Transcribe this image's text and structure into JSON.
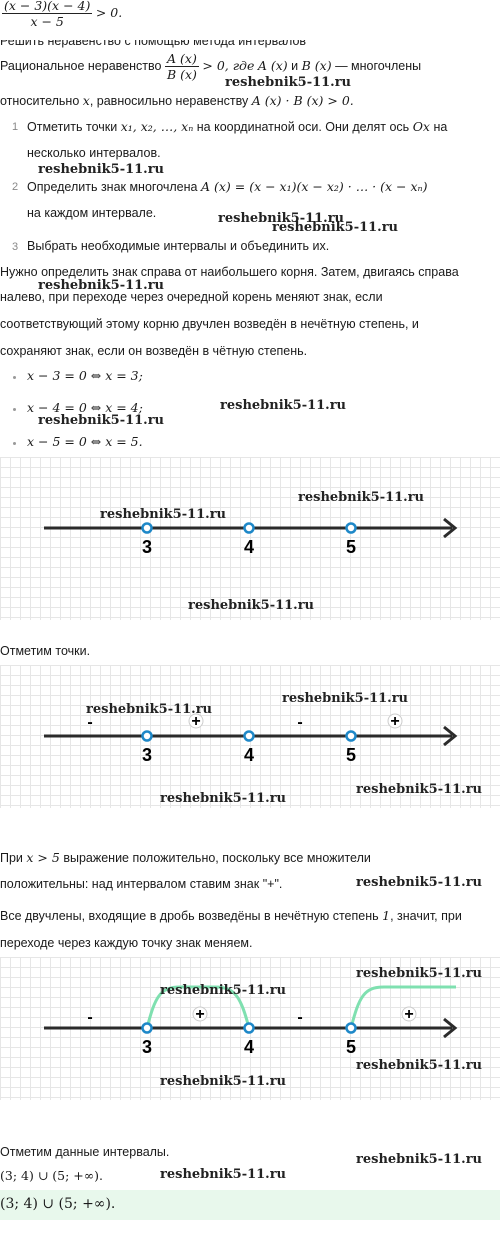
{
  "problem": {
    "numerator": "(x − 3)(x − 4)",
    "denominator": "x − 5",
    "relation": "> 0."
  },
  "method_title": "Решить неравенство с помощью метода интервалов",
  "theory": {
    "line1_prefix": "Рациональное неравенство",
    "frac_num": "A (x)",
    "frac_den": "B (x)",
    "line1_suffix_a": "> 0, где",
    "line1_ax": "A (x)",
    "line1_and": "и",
    "line1_bx": "B (x)",
    "line1_end": "— многочлены",
    "line2_a": "относительно",
    "line2_x": "x",
    "line2_b": ", равносильно неравенству",
    "line2_expr": "A (x) · B (x) > 0."
  },
  "steps": [
    {
      "n": "1",
      "text_a": "Отметить точки",
      "math": "x₁, x₂, …, xₙ",
      "text_b": "на координатной оси. Они делят ось",
      "axis": "Ox",
      "text_c": "на",
      "line2": "несколько интервалов."
    },
    {
      "n": "2",
      "text_a": "Определить знак многочлена",
      "math": "A (x) = (x − x₁)(x − x₂) · … · (x − xₙ)",
      "line2": "на каждом интервале."
    },
    {
      "n": "3",
      "text_a": "Выбрать необходимые интервалы и объединить их."
    }
  ],
  "rule": {
    "l1": "Нужно определить знак справа от наибольшего корня. Затем, двигаясь справа",
    "l2": "налево, при переходе через очередной корень меняют знак, если",
    "l3": "соответствующий этому корню двучлен возведён в нечётную степень, и",
    "l4": "сохраняют знак, если он возведён в чётную степень."
  },
  "roots": [
    {
      "eq": "x − 3 = 0 ⇔ x = 3;"
    },
    {
      "eq": "x − 4 = 0 ⇔ x = 4;"
    },
    {
      "eq": "x − 5 = 0 ⇔ x = 5."
    }
  ],
  "axis_labels": [
    "3",
    "4",
    "5"
  ],
  "signs": [
    "-",
    "+",
    "-",
    "+"
  ],
  "mark_points": "Отметим точки.",
  "explain": {
    "p1_a": "При",
    "p1_math": "x > 5",
    "p1_b": "выражение положительно, поскольку все множители",
    "p2": "положительны: над интервалом ставим знак \"+\".",
    "p3_a": "Все двучлены, входящие в дробь возведёны в нечётную степень",
    "p3_math": "1",
    "p3_b": ", значит, при",
    "p4": "переходе через каждую точку знак меняем."
  },
  "mark_intervals": "Отметим данные интервалы.",
  "result": "(3; 4) ∪ (5; +∞).",
  "answer": "(3; 4) ∪ (5; +∞).",
  "watermark": "reshebnik5-11.ru",
  "colors": {
    "axis": "#2b2b2b",
    "point": "#1e88c8",
    "arc": "#7fe0b0",
    "answer_bg": "#e8f8ec"
  }
}
